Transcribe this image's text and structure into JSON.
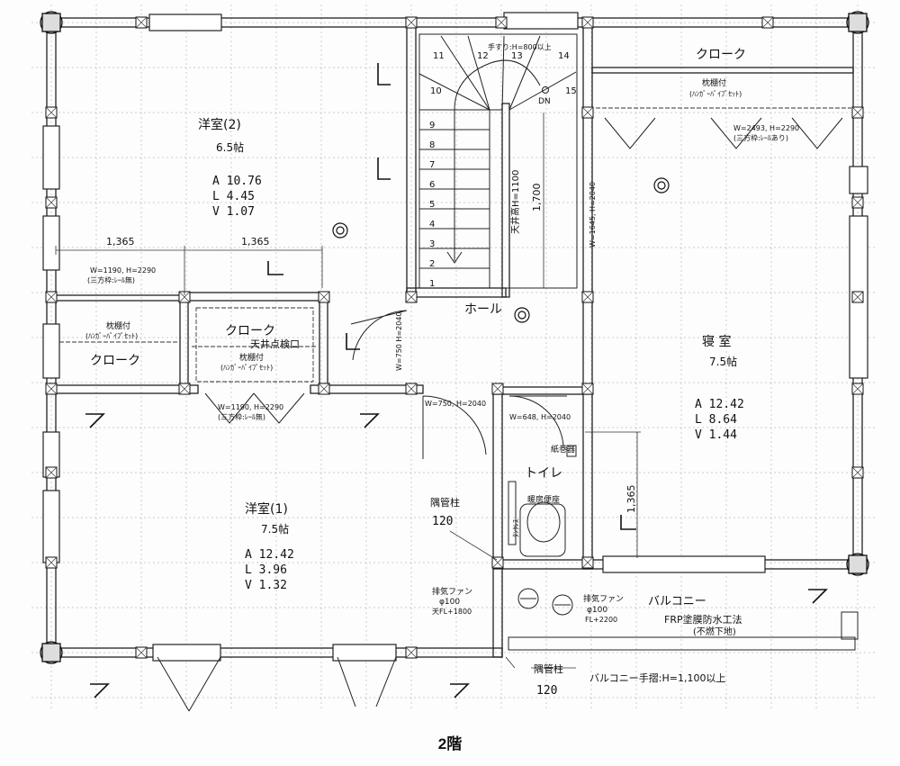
{
  "caption": "2階",
  "rooms": {
    "western2": {
      "name": "洋室(2)",
      "size": "6.5帖",
      "a": "A 10.76",
      "l": "L  4.45",
      "v": "V  1.07"
    },
    "western1": {
      "name": "洋室(1)",
      "size": "7.5帖",
      "a": "A 12.42",
      "l": "L  3.96",
      "v": "V  1.32"
    },
    "bedroom": {
      "name": "寝 室",
      "size": "7.5帖",
      "a": "A 12.42",
      "l": "L  8.64",
      "v": "V  1.44"
    },
    "hall": {
      "name": "ホール"
    },
    "toilet": {
      "name": "トイレ"
    },
    "balcony": {
      "name": "バルコニー",
      "note1": "FRP塗膜防水工法",
      "note2": "(不燃下地)"
    }
  },
  "closets": {
    "topright": "クローク",
    "left": "クローク",
    "center": "クローク",
    "attic": "天井点検口"
  },
  "annotations": {
    "rod1": "枕棚付",
    "rod1b": "(ﾊﾝｶﾞｰﾊﾟｲﾌﾟｾｯﾄ)",
    "rod2": "枕棚付",
    "rod2b": "(ﾊﾝｶﾞｰﾊﾟｲﾌﾟｾｯﾄ)",
    "rod3": "枕棚付",
    "rod3b": "(ﾊﾝｶﾞｰﾊﾟｲﾌﾟｾｯﾄ)",
    "door_left": "W=1190, H=2290",
    "door_left_b": "(三方枠:ﾚｰﾙ無)",
    "door_center": "W=1190, H=2290",
    "door_center_b": "(三方枠:ﾚｰﾙ無)",
    "door_bed": "W=2493, H=2290",
    "door_bed_b": "(三方枠:ﾚｰﾙあり)",
    "door_750v": "W=750 H=2040",
    "door_750h": "W=750, H=2040",
    "door_648": "W=648, H=2040",
    "door_1645": "W=1645, H=2040",
    "handrail": "手すり:H=800以上",
    "stair_dn": "DN",
    "stair_ceiling": "天井高H=1100",
    "stair_1700": "1,700",
    "dim_1365a": "1,365",
    "dim_1365b": "1,365",
    "dim_1365c": "1,365",
    "paper_holder": "紙巻器",
    "washlet": "暖房便座",
    "water_tank": "ﾀﾝｸﾚｽ",
    "pipe1": "隅管柱",
    "pipe1_val": "120",
    "pipe2": "隅管柱",
    "pipe2_val": "120",
    "fan1": "排気ファン",
    "fan1_d": "φ100",
    "fan1_h": "天FL+1800",
    "fan2": "排気ファン",
    "fan2_d": "φ100",
    "fan2_h": "FL+2200",
    "balcony_rail": "バルコニー手摺:H=1,100以上"
  },
  "stair_steps": [
    "1",
    "2",
    "3",
    "4",
    "5",
    "6",
    "7",
    "8",
    "9",
    "10",
    "11",
    "12",
    "13",
    "14",
    "15"
  ]
}
